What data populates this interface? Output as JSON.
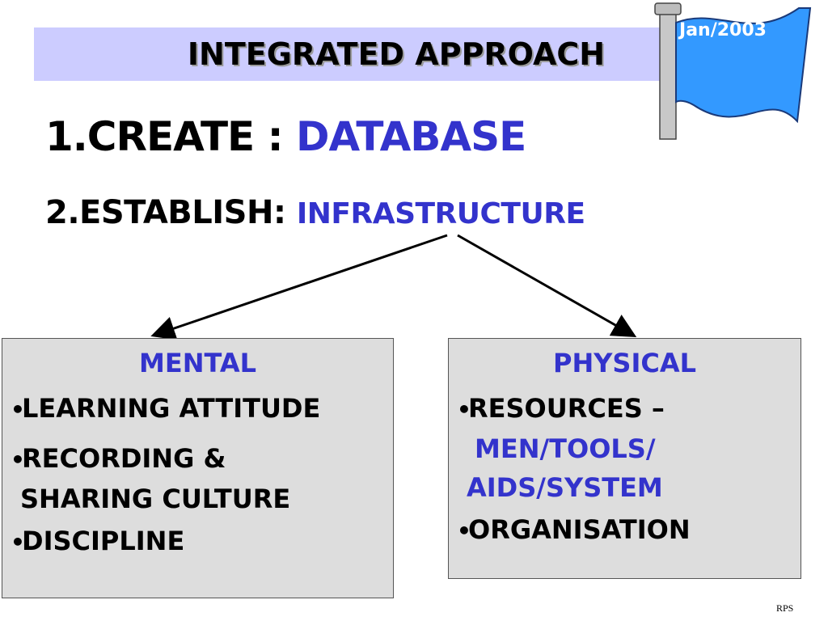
{
  "title": "INTEGRATED APPROACH",
  "flag_text": "Jan/2003",
  "steps": [
    {
      "label": "1.CREATE  : ",
      "value": "DATABASE"
    },
    {
      "label": "2.ESTABLISH: ",
      "value": "INFRASTRUCTURE"
    }
  ],
  "mental": {
    "heading": "MENTAL",
    "items": [
      {
        "lines": [
          "LEARNING ATTITUDE"
        ]
      },
      {
        "lines": [
          "RECORDING &",
          "SHARING CULTURE"
        ]
      },
      {
        "lines": [
          "DISCIPLINE"
        ]
      }
    ]
  },
  "physical": {
    "heading": "PHYSICAL",
    "items": [
      {
        "line": "RESOURCES –",
        "sub": [
          "MEN/TOOLS/",
          "AIDS/SYSTEM"
        ]
      },
      {
        "line": "ORGANISATION"
      }
    ]
  },
  "bullet": "•",
  "footer": "RPS",
  "colors": {
    "banner": "#ccccff",
    "accent": "#3333cc",
    "box_fill": "#dddddd",
    "flag": "#3399ff"
  }
}
